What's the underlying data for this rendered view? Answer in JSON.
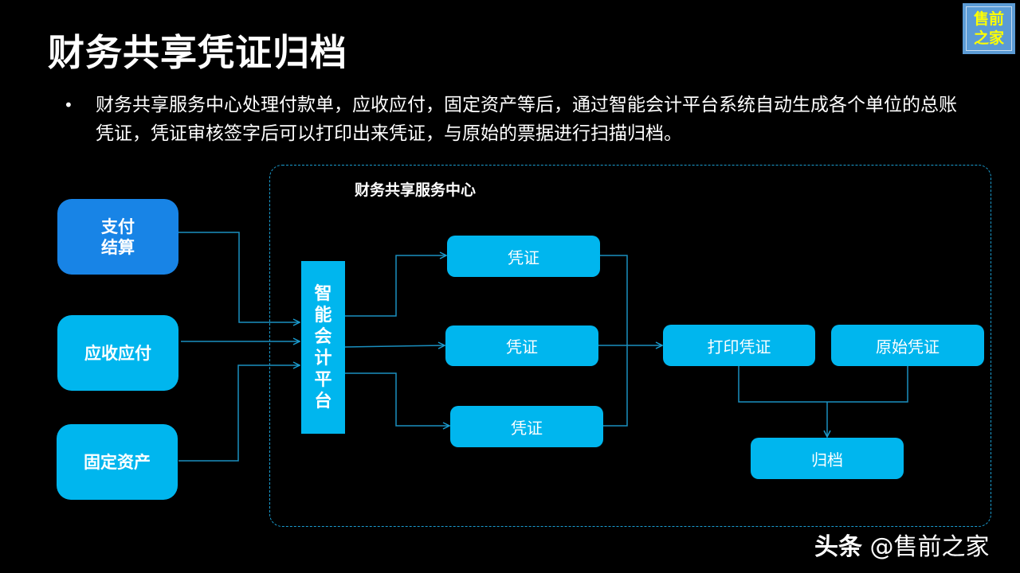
{
  "title": "财务共享凭证归档",
  "logo": {
    "line1": "售前",
    "line2": "之家"
  },
  "bullet": {
    "marker": "•",
    "text": "财务共享服务中心处理付款单，应收应付，固定资产等后，通过智能会计平台系统自动生成各个单位的总账凭证，凭证审核签字后可以打印出来凭证，与原始的票据进行扫描归档。"
  },
  "diagram": {
    "container_title": "财务共享服务中心",
    "sources": [
      {
        "line1": "支付",
        "line2": "结算"
      },
      {
        "line1": "应收应付",
        "line2": ""
      },
      {
        "line1": "固定资产",
        "line2": ""
      }
    ],
    "platform_chars": [
      "智",
      "能",
      "会",
      "计",
      "平",
      "台"
    ],
    "vouchers": [
      "凭证",
      "凭证",
      "凭证"
    ],
    "print_voucher": "打印凭证",
    "original_voucher": "原始凭证",
    "archive": "归档",
    "colors": {
      "box": "#00b6ee",
      "box_dark": "#1884e6",
      "line": "#1a8fbf"
    }
  },
  "footer": {
    "brand": "头条",
    "handle": "@售前之家"
  }
}
